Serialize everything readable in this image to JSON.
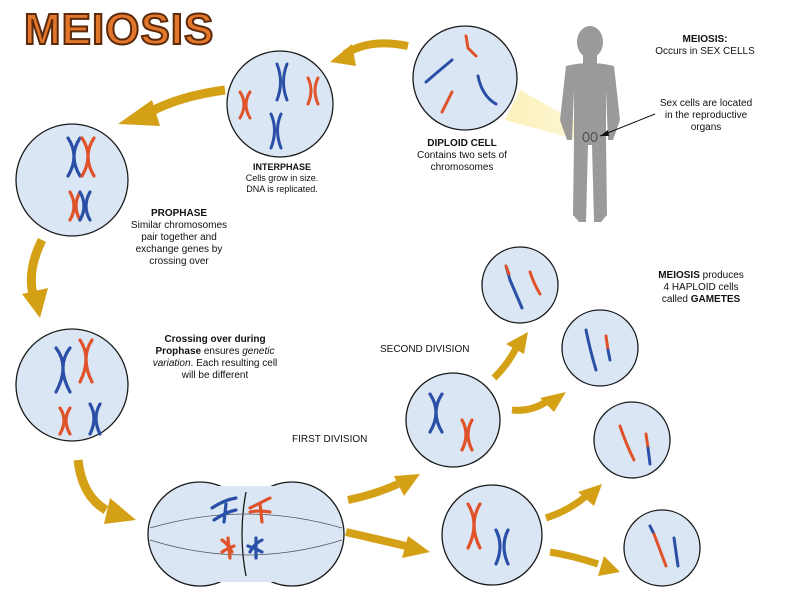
{
  "title": "MEIOSIS",
  "colors": {
    "cell_fill": "#dbe6f4",
    "cell_stroke": "#1a1a1a",
    "arrow": "#d4a015",
    "chrom_blue": "#2a4fa6",
    "chrom_orange": "#e0522a",
    "human": "#9a9a9a",
    "title_fill": "#e2762a"
  },
  "icons": {
    "human": "human-silhouette-icon",
    "arrow": "curved-arrow-icon"
  },
  "meiosis_note": {
    "heading": "MEIOSIS:",
    "text": "Occurs in SEX CELLS"
  },
  "sex_cells_note": {
    "line1": "Sex cells are located",
    "line2": "in the reproductive",
    "line3": "organs"
  },
  "diploid": {
    "heading": "DIPLOID CELL",
    "line1": "Contains two sets of",
    "line2": "chromosomes"
  },
  "interphase": {
    "heading": "INTERPHASE",
    "line1": "Cells grow in size.",
    "line2": "DNA is replicated."
  },
  "prophase": {
    "heading": "PROPHASE",
    "line1": "Similar chromosomes",
    "line2": "pair together and",
    "line3": "exchange genes by",
    "line4": "crossing over"
  },
  "crossing_note": {
    "line1": "Crossing over during",
    "line2_bold": "Prophase",
    "line2_rest": " ensures ",
    "line2_italic": "genetic",
    "line3_italic": "variation",
    "line3_rest": ". Each resulting cell",
    "line4": "will be different"
  },
  "first_division": "FIRST DIVISION",
  "second_division": "SECOND DIVISION",
  "gametes_note": {
    "line1_bold": "MEIOSIS",
    "line1_rest": " produces",
    "line2": "4 HAPLOID cells",
    "line3_pre": "called ",
    "line3_bold": "GAMETES"
  }
}
